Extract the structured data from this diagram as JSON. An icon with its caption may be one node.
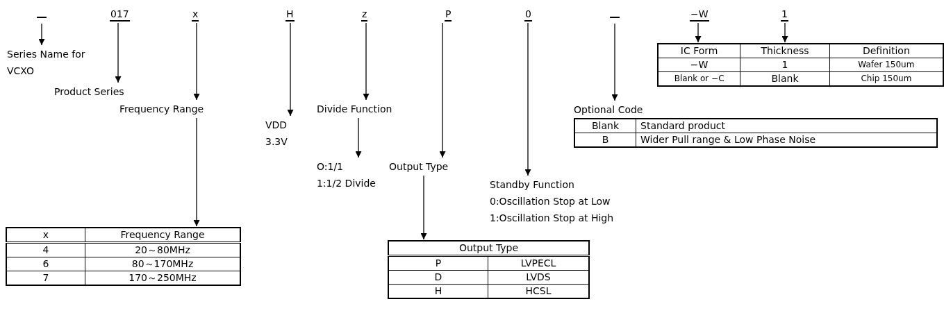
{
  "diagram": {
    "nodes": [
      {
        "text": [],
        "shape": "bar"
      },
      {
        "text": [
          "017"
        ]
      },
      {
        "text": [
          "x"
        ]
      },
      {
        "text": [
          "H"
        ]
      },
      {
        "text": [
          "z"
        ]
      },
      {
        "text": [
          "P"
        ]
      },
      {
        "text": [
          "0"
        ]
      },
      {
        "text": [],
        "shape": "bar"
      },
      {
        "text": [
          "−W"
        ]
      },
      {
        "text": [
          "1"
        ]
      },
      {
        "text": [
          "Series Name for VCXO"
        ]
      },
      {
        "text": [
          "Product Series"
        ]
      },
      {
        "text": [
          "Frequency Range"
        ]
      },
      {
        "text": [
          "VDD 3.3V"
        ]
      },
      {
        "text": [
          "Divide Function"
        ]
      },
      {
        "text": [
          "O:1/1",
          "1:1/2 Divide"
        ]
      },
      {
        "text": [
          "Output Type"
        ]
      },
      {
        "text": [
          "Standby Function",
          "0:Oscillation Stop at Low",
          "1:Oscillation Stop at High"
        ]
      },
      {
        "text": [
          "Optional Code",
          "Blank",
          "Standard product",
          "B",
          "Wider Pull range & Low Phase Noise"
        ]
      },
      {
        "text": [
          "IC Form",
          "Thickness",
          "Definition",
          "−W",
          "1",
          "Wafer 150um",
          "Blank or −C",
          "Blank",
          "Chip 150um"
        ]
      },
      {
        "text": [
          "x",
          "Frequency Range",
          "4",
          "20～80MHz",
          "6",
          "80～170MHz",
          "7",
          "170～250MHz"
        ]
      },
      {
        "text": [
          "Output Type",
          "P",
          "LVPECL",
          "D",
          "LVDS",
          "H",
          "HCSL"
        ]
      }
    ],
    "edges": [
      {
        "from": 0,
        "to": 10,
        "arrow": "to"
      },
      {
        "from": 1,
        "to": 11,
        "arrow": "to"
      },
      {
        "from": 2,
        "to": 12,
        "arrow": "to"
      },
      {
        "from": 3,
        "to": 13,
        "arrow": "to"
      },
      {
        "from": 4,
        "to": 14,
        "arrow": "to"
      },
      {
        "from": 5,
        "to": 16,
        "arrow": "to"
      },
      {
        "from": 6,
        "to": 17,
        "arrow": "to"
      },
      {
        "from": 7,
        "to": 18,
        "arrow": "to"
      },
      {
        "from": 8,
        "to": 19,
        "arrow": "to"
      },
      {
        "from": 9,
        "to": 19,
        "arrow": "to"
      },
      {
        "from": 12,
        "to": 20,
        "arrow": "to"
      },
      {
        "from": 14,
        "to": 15,
        "arrow": "to"
      },
      {
        "from": 16,
        "to": 21,
        "arrow": "to"
      }
    ]
  }
}
